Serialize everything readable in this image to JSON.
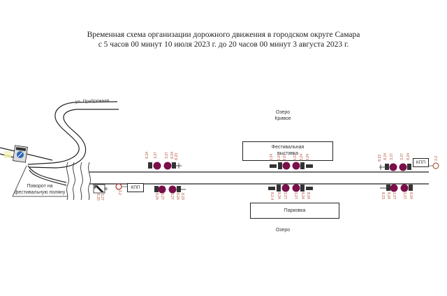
{
  "header": {
    "title_line1": "Временная схема организации дорожного движения в городском округе Самара",
    "title_line2": "с 5 часов 00 минут 10 июля 2023 г. до 20 часов 00 минут 3 августа 2023 г."
  },
  "labels": {
    "street": "ул. Прибрежная",
    "lake_north_1": "Озеро",
    "lake_north_2": "Кривое",
    "lake_south": "Озеро",
    "turn_1": "Поворот на",
    "turn_2": "фестивальную поляну",
    "festival_1": "Фестивальная",
    "festival_2": "выставка",
    "parking": "Парковка",
    "kpp_left": "КПП",
    "kpp_right": "КПП"
  },
  "signs": {
    "left_checkpoint_pole": "3.2",
    "left_checkpoint_sign_a": "5.20",
    "left_checkpoint_sign_b": "3.27",
    "right_checkpoint_pole": "3.2",
    "g1_top": [
      "8.24",
      "3.27",
      "3.27",
      "8.24",
      "8.23"
    ],
    "g1_bottom": [
      "8.24",
      "3.27",
      "3.27",
      "8.24",
      "8.23"
    ],
    "g2_top": [
      "8.24",
      "8.24",
      "3.27",
      "3.27",
      "8.24",
      "8.24"
    ],
    "g2_bottom": [
      "8.2.4",
      "8.24",
      "3.27",
      "3.27",
      "8.24",
      "8.24"
    ],
    "g3_top": [
      "8.23",
      "8.24",
      "3.27",
      "3.27",
      "8.24"
    ],
    "g3_bottom": [
      "8.23",
      "8.24",
      "3.27",
      "3.27",
      "8.24"
    ]
  },
  "colors": {
    "barrier": "#7a0f4a",
    "sign_text": "#b04a30",
    "line": "#222222"
  }
}
